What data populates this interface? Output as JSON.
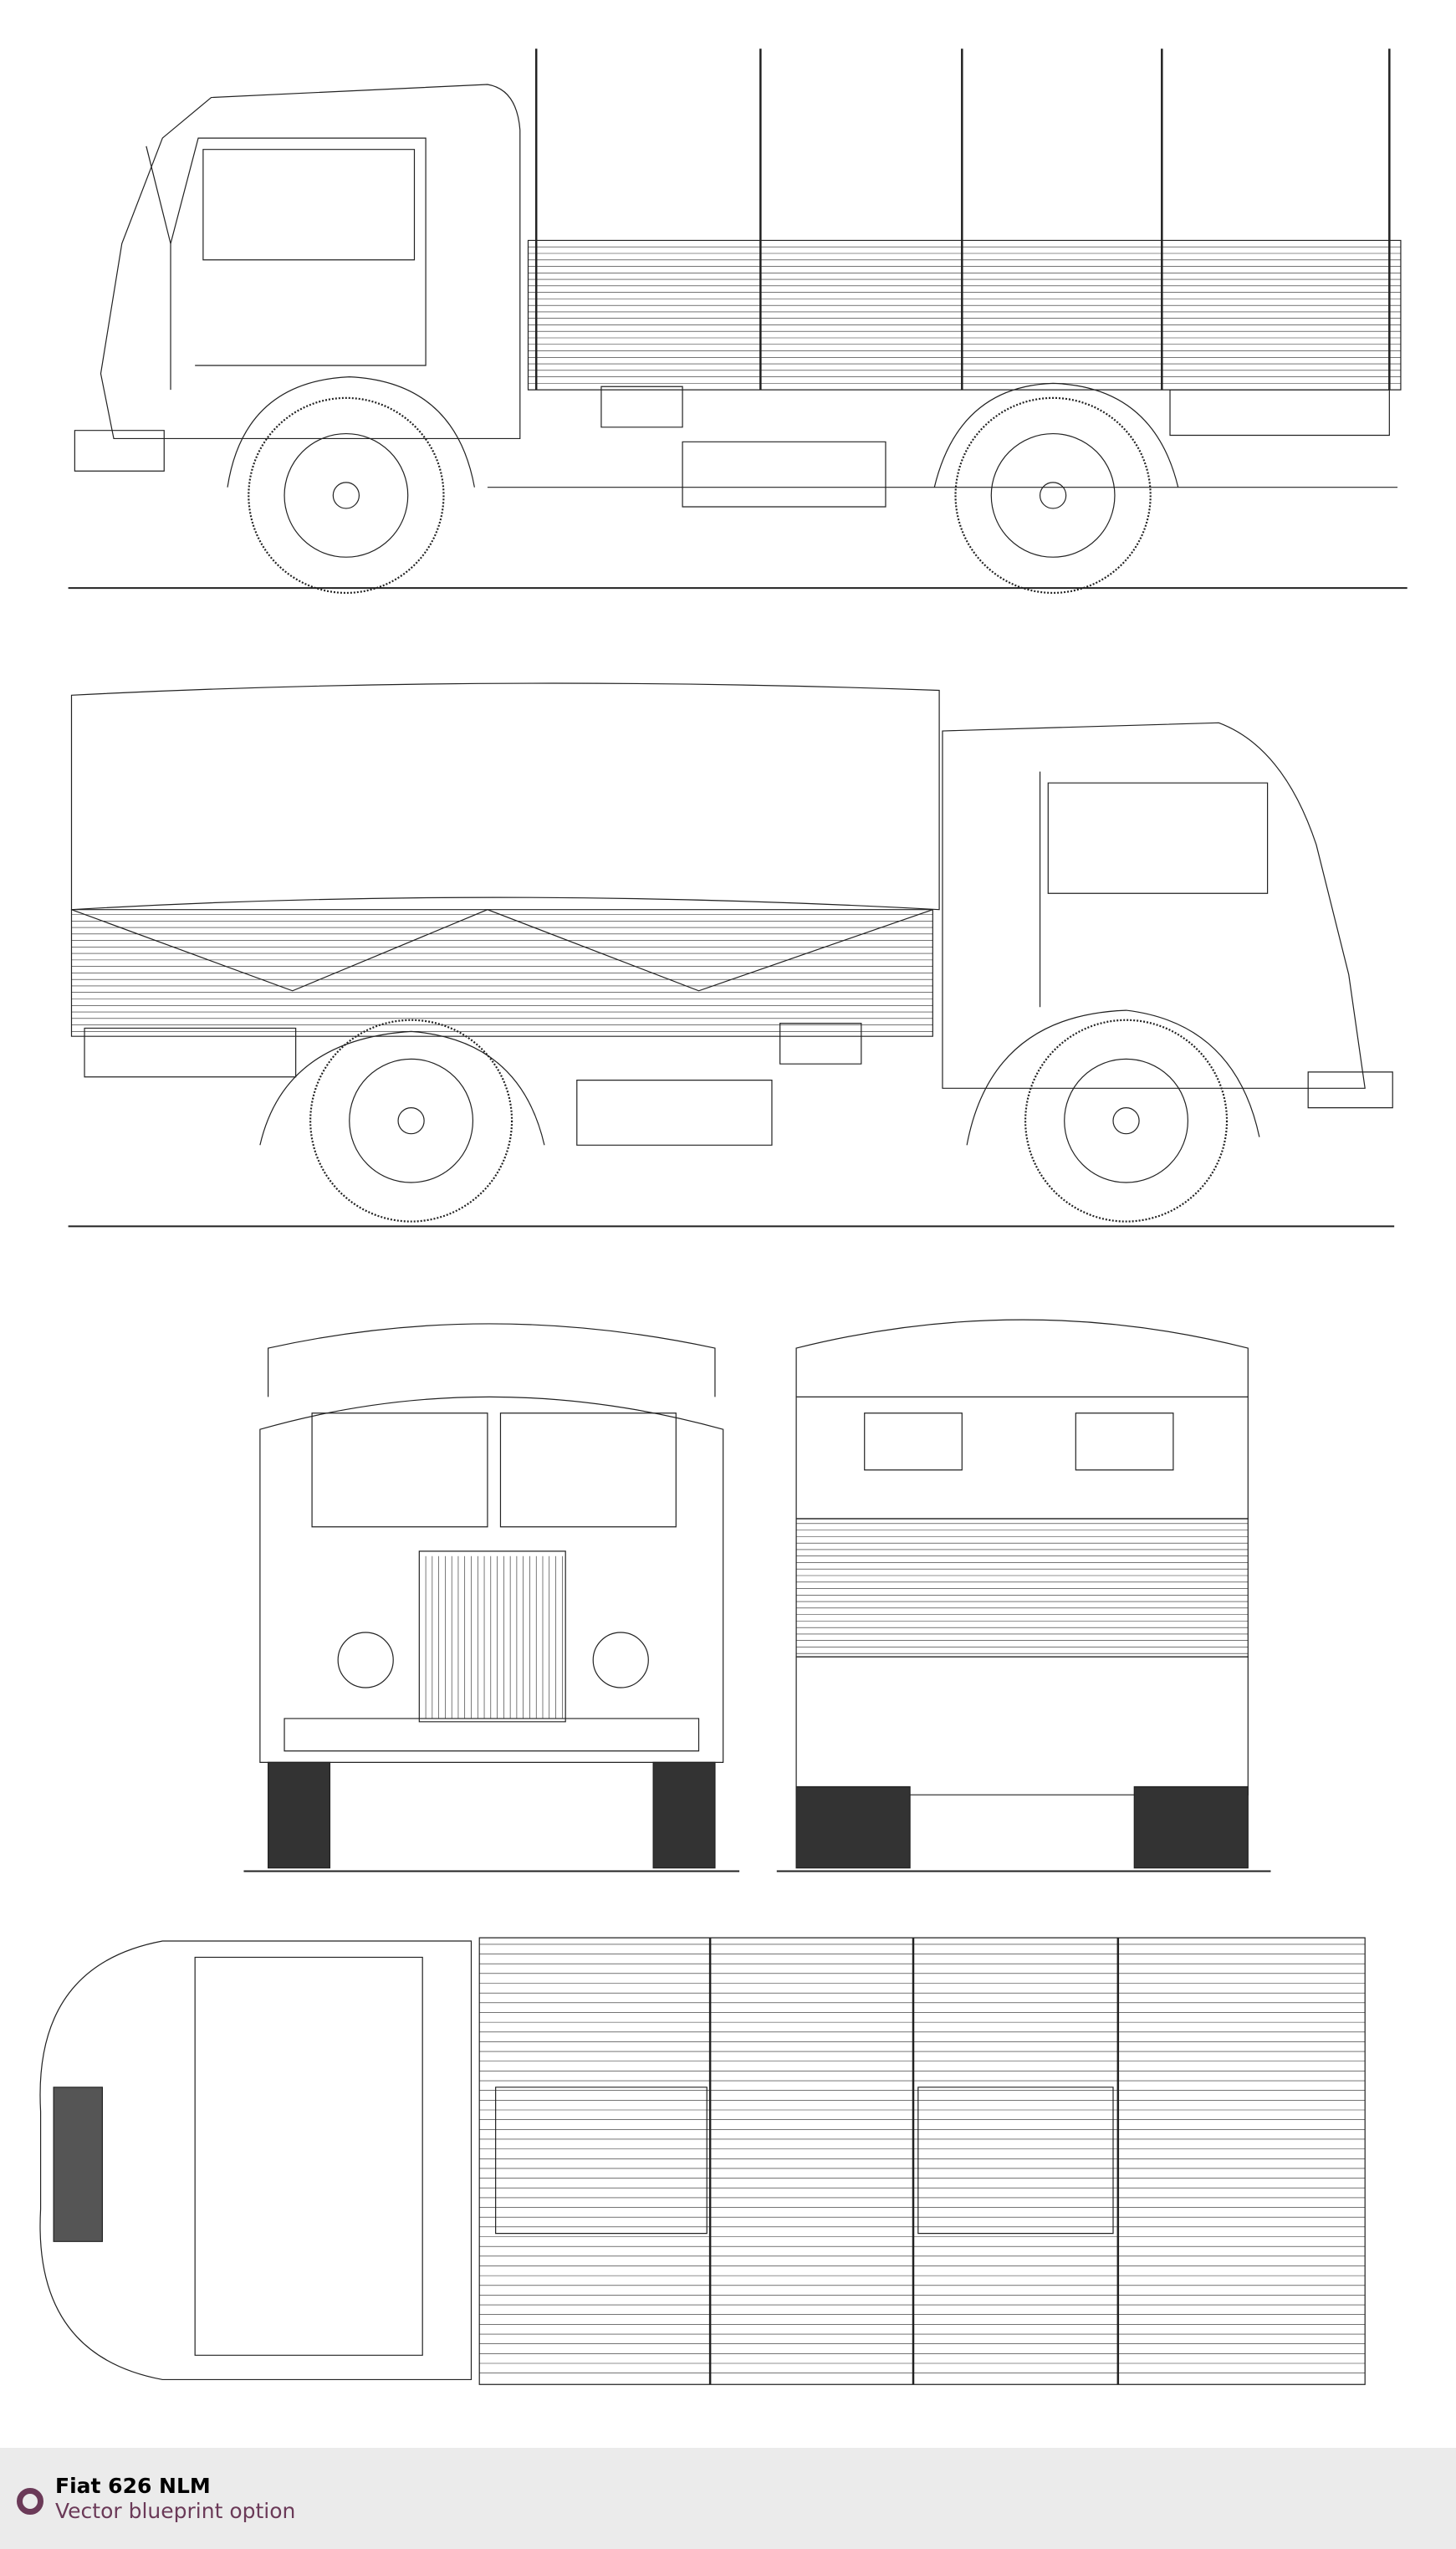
{
  "footer": {
    "title": "Fiat 626 NLM",
    "subtitle": "Vector blueprint option",
    "logo_icon": "circle-ring-icon",
    "accent_color": "#6b3a58",
    "background_color": "#ebebeb"
  },
  "views": [
    "left-side",
    "right-side",
    "front",
    "rear",
    "top"
  ]
}
